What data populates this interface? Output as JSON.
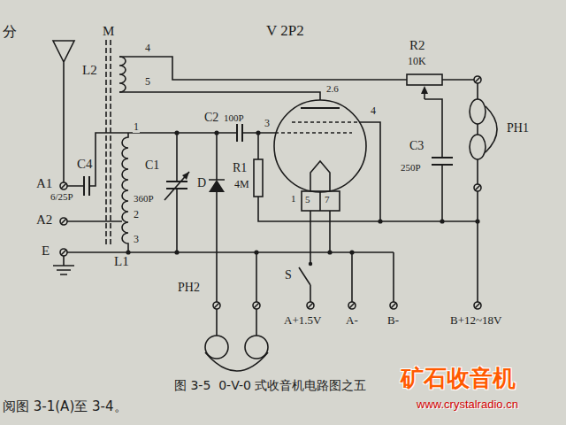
{
  "diagram": {
    "caption": "图 3-5  0-V-0 式收音机电路图之五",
    "labels": [
      "分",
      "M",
      "V 2P2",
      "L2",
      "4",
      "5",
      "A1",
      "C4",
      "6/25P",
      "A2",
      "E",
      "L1",
      "1",
      "2",
      "3",
      "C1",
      "360P",
      "D",
      "C2",
      "100P",
      "3",
      "R1",
      "4M",
      "2.6",
      "4",
      "1",
      "5",
      "7",
      "R2",
      "10K",
      "C3",
      "250P",
      "PH1",
      "S",
      "A+1.5V",
      "A-",
      "B-",
      "B+12~18V",
      "PH2",
      "阅图 3-1(A)至 3-4。",
      "矿石收音机",
      "www.crystalradio.cn"
    ]
  }
}
